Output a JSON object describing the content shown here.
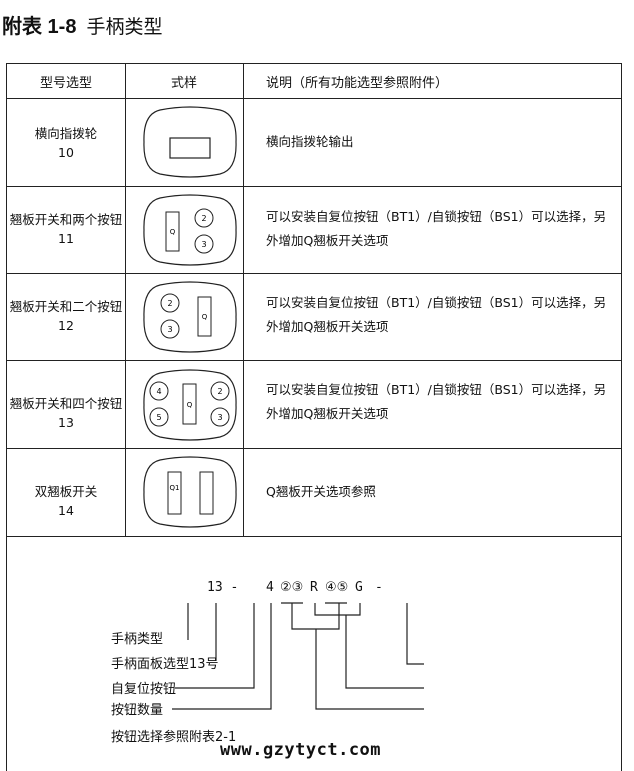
{
  "title": {
    "prefix": "附表 1-8",
    "text": "手柄类型"
  },
  "table": {
    "headers": [
      "型号选型",
      "式样",
      "说明（所有功能选型参照附件）"
    ],
    "rows": [
      {
        "name": "横向指拨轮",
        "code": "10",
        "desc": "横向指拨轮输出"
      },
      {
        "name": "翘板开关和两个按钮",
        "code": "11",
        "desc": "可以安装自复位按钮（BT1）/自锁按钮（BS1）可以选择，另外增加Q翘板开关选项",
        "marks": [
          "Q",
          "2",
          "3"
        ]
      },
      {
        "name": "翘板开关和二个按钮",
        "code": "12",
        "desc": "可以安装自复位按钮（BT1）/自锁按钮（BS1）可以选择，另外增加Q翘板开关选项",
        "marks": [
          "2",
          "3",
          "Q"
        ]
      },
      {
        "name": "翘板开关和四个按钮",
        "code": "13",
        "desc": "可以安装自复位按钮（BT1）/自锁按钮（BS1）可以选择，另外增加Q翘板开关选项",
        "marks": [
          "4",
          "5",
          "Q",
          "2",
          "3"
        ]
      },
      {
        "name": "双翘板开关",
        "code": "14",
        "desc": "Q翘板开关选项参照",
        "marks": [
          "Q1"
        ]
      }
    ]
  },
  "diagram": {
    "code": [
      "13 -",
      "4",
      "②③",
      "R",
      "④⑤",
      "G",
      "-"
    ],
    "labels": [
      "手柄类型",
      "手柄面板选型13号",
      "自复位按钮",
      "按钮数量",
      "按钮选择参照附表2-1"
    ]
  },
  "url": "www.gzytyct.com"
}
